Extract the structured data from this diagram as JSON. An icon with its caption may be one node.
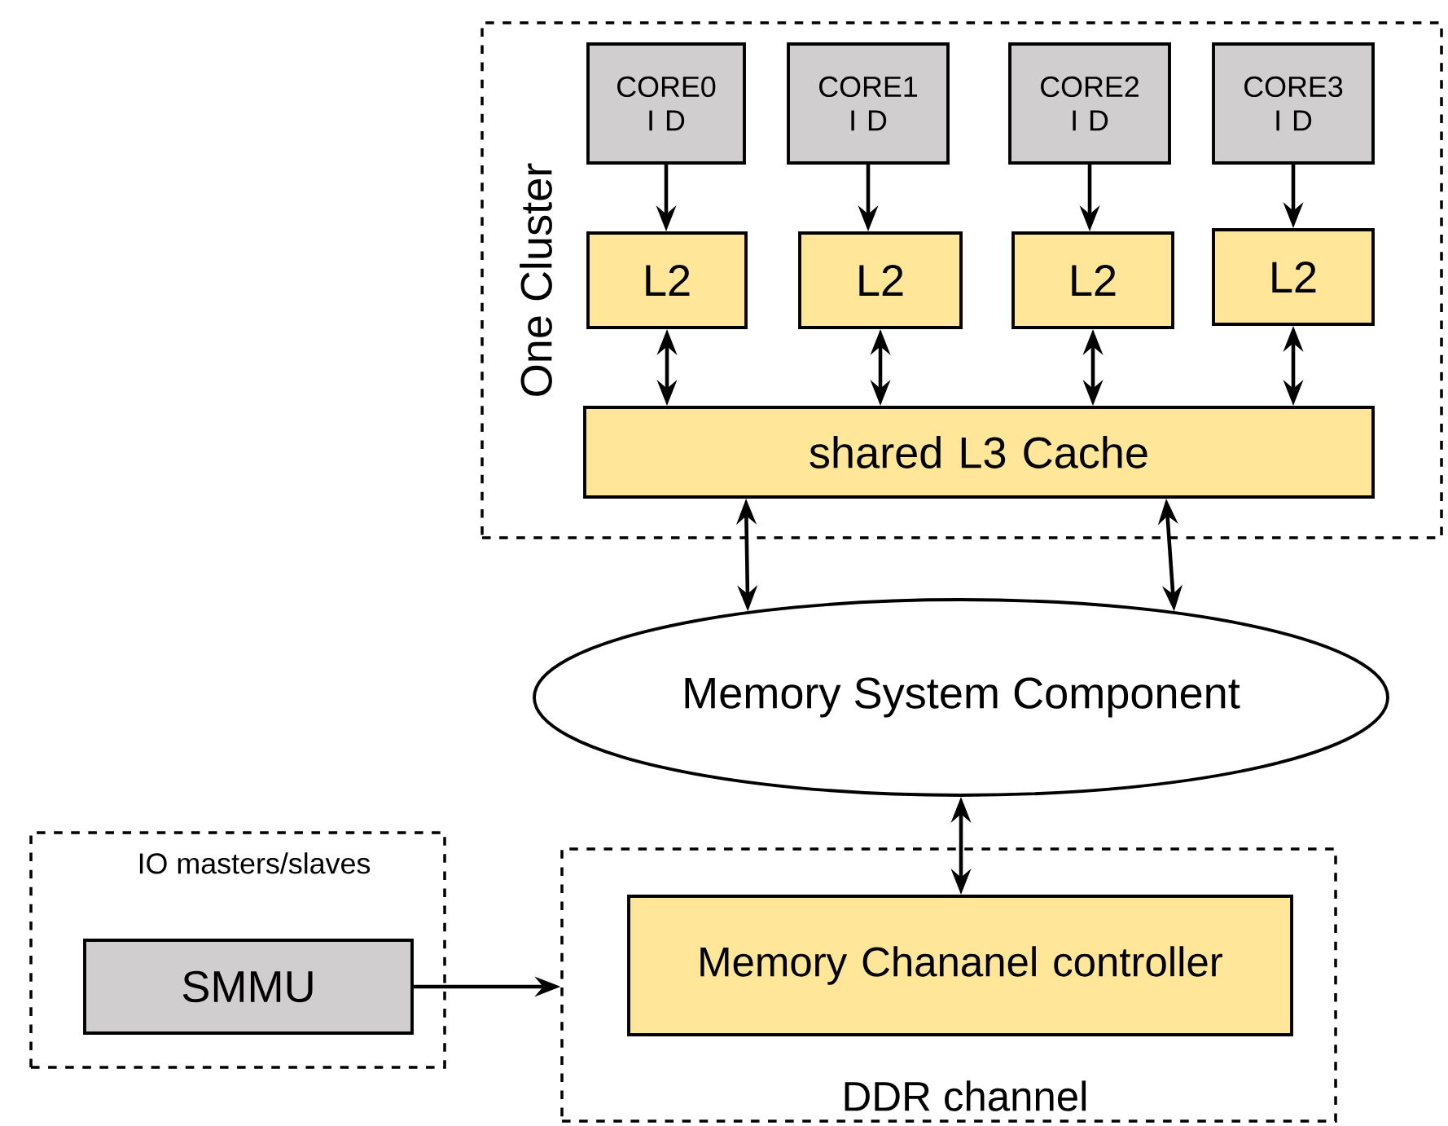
{
  "diagram": {
    "nodes": [
      {
        "text": [
          "One Cluster"
        ]
      },
      {
        "text": [
          "CORE0",
          "I D"
        ],
        "in": 0
      },
      {
        "text": [
          "CORE1",
          "I D"
        ],
        "in": 0
      },
      {
        "text": [
          "CORE2",
          "I D"
        ],
        "in": 0
      },
      {
        "text": [
          "CORE3",
          "I D"
        ],
        "in": 0
      },
      {
        "text": [
          "L2"
        ],
        "in": 0
      },
      {
        "text": [
          "L2"
        ],
        "in": 0
      },
      {
        "text": [
          "L2"
        ],
        "in": 0
      },
      {
        "text": [
          "L2"
        ],
        "in": 0
      },
      {
        "text": [
          "shared  L3  Cache"
        ],
        "in": 0
      },
      {
        "text": [
          "Memory System Component"
        ]
      },
      {
        "text": [
          "IO masters/slaves"
        ]
      },
      {
        "text": [
          "SMMU"
        ],
        "in": 11
      },
      {
        "text": [
          "DDR channel"
        ]
      },
      {
        "text": [
          "Memory Chananel controller"
        ],
        "in": 13
      }
    ],
    "edges": [
      {
        "from": 1,
        "to": 5,
        "arrow": "to"
      },
      {
        "from": 2,
        "to": 6,
        "arrow": "to"
      },
      {
        "from": 3,
        "to": 7,
        "arrow": "to"
      },
      {
        "from": 4,
        "to": 8,
        "arrow": "to"
      },
      {
        "from": 5,
        "to": 9,
        "arrow": "both"
      },
      {
        "from": 6,
        "to": 9,
        "arrow": "both"
      },
      {
        "from": 7,
        "to": 9,
        "arrow": "both"
      },
      {
        "from": 8,
        "to": 9,
        "arrow": "both"
      },
      {
        "from": 9,
        "to": 10,
        "arrow": "both"
      },
      {
        "from": 9,
        "to": 10,
        "arrow": "both"
      },
      {
        "from": 10,
        "to": 14,
        "arrow": "both"
      },
      {
        "from": 12,
        "to": 13,
        "arrow": "to"
      }
    ]
  }
}
